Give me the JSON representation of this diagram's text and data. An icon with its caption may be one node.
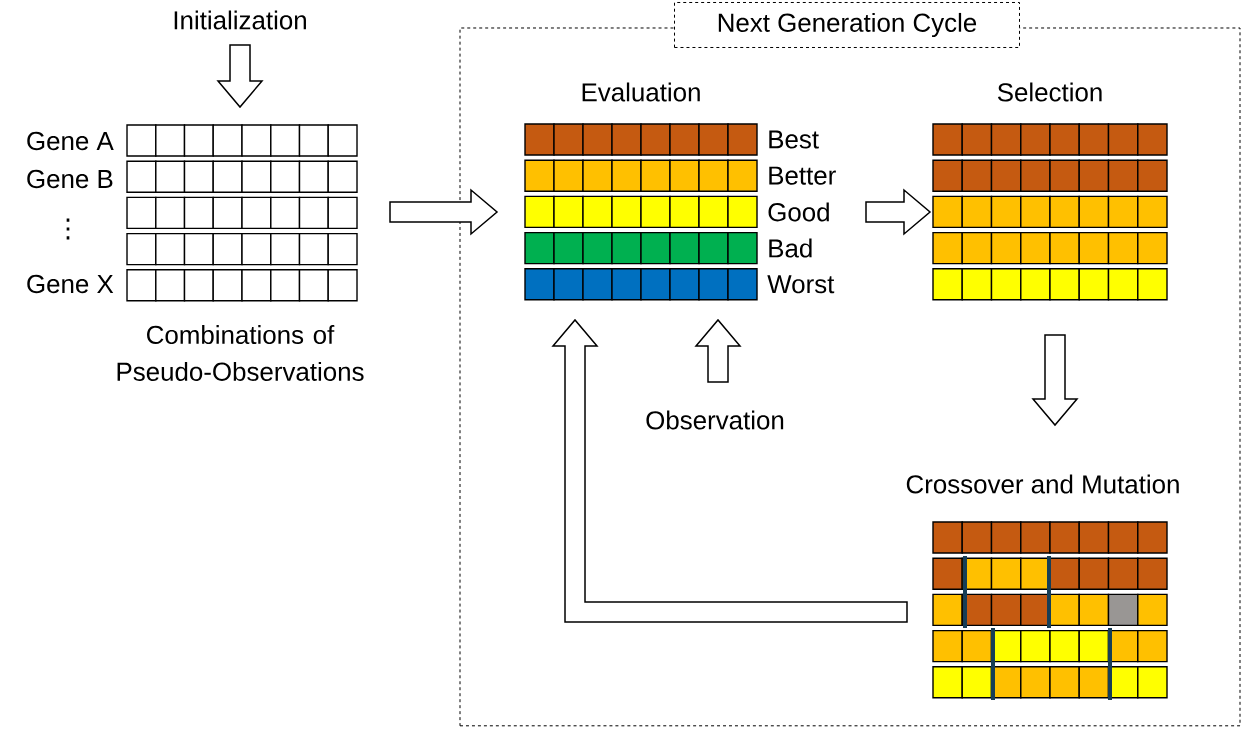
{
  "diagram": {
    "nodes": [
      {
        "text": [
          "Initialization"
        ]
      },
      {
        "text": [],
        "shape": "box",
        "beside": [
          "Gene A",
          "Gene B",
          "⋮",
          "Gene X",
          "Combinations of Pseudo-Observations"
        ]
      },
      {
        "text": [
          "Next Generation Cycle"
        ]
      },
      {
        "text": [
          "Evaluation"
        ],
        "in": 2,
        "beside": [
          "Best",
          "Better",
          "Good",
          "Bad",
          "Worst"
        ]
      },
      {
        "text": [
          "Selection"
        ],
        "in": 2
      },
      {
        "text": [
          "Crossover and Mutation"
        ],
        "in": 2
      },
      {
        "text": [
          "Observation"
        ],
        "in": 2
      }
    ],
    "edges": [
      {
        "from": 0,
        "to": 1,
        "arrow": "to"
      },
      {
        "from": 1,
        "to": 3,
        "arrow": "to"
      },
      {
        "from": 3,
        "to": 4,
        "arrow": "to"
      },
      {
        "from": 4,
        "to": 5,
        "arrow": "to"
      },
      {
        "from": 6,
        "to": 3,
        "arrow": "to"
      },
      {
        "from": 5,
        "to": 3,
        "arrow": "to"
      }
    ]
  }
}
